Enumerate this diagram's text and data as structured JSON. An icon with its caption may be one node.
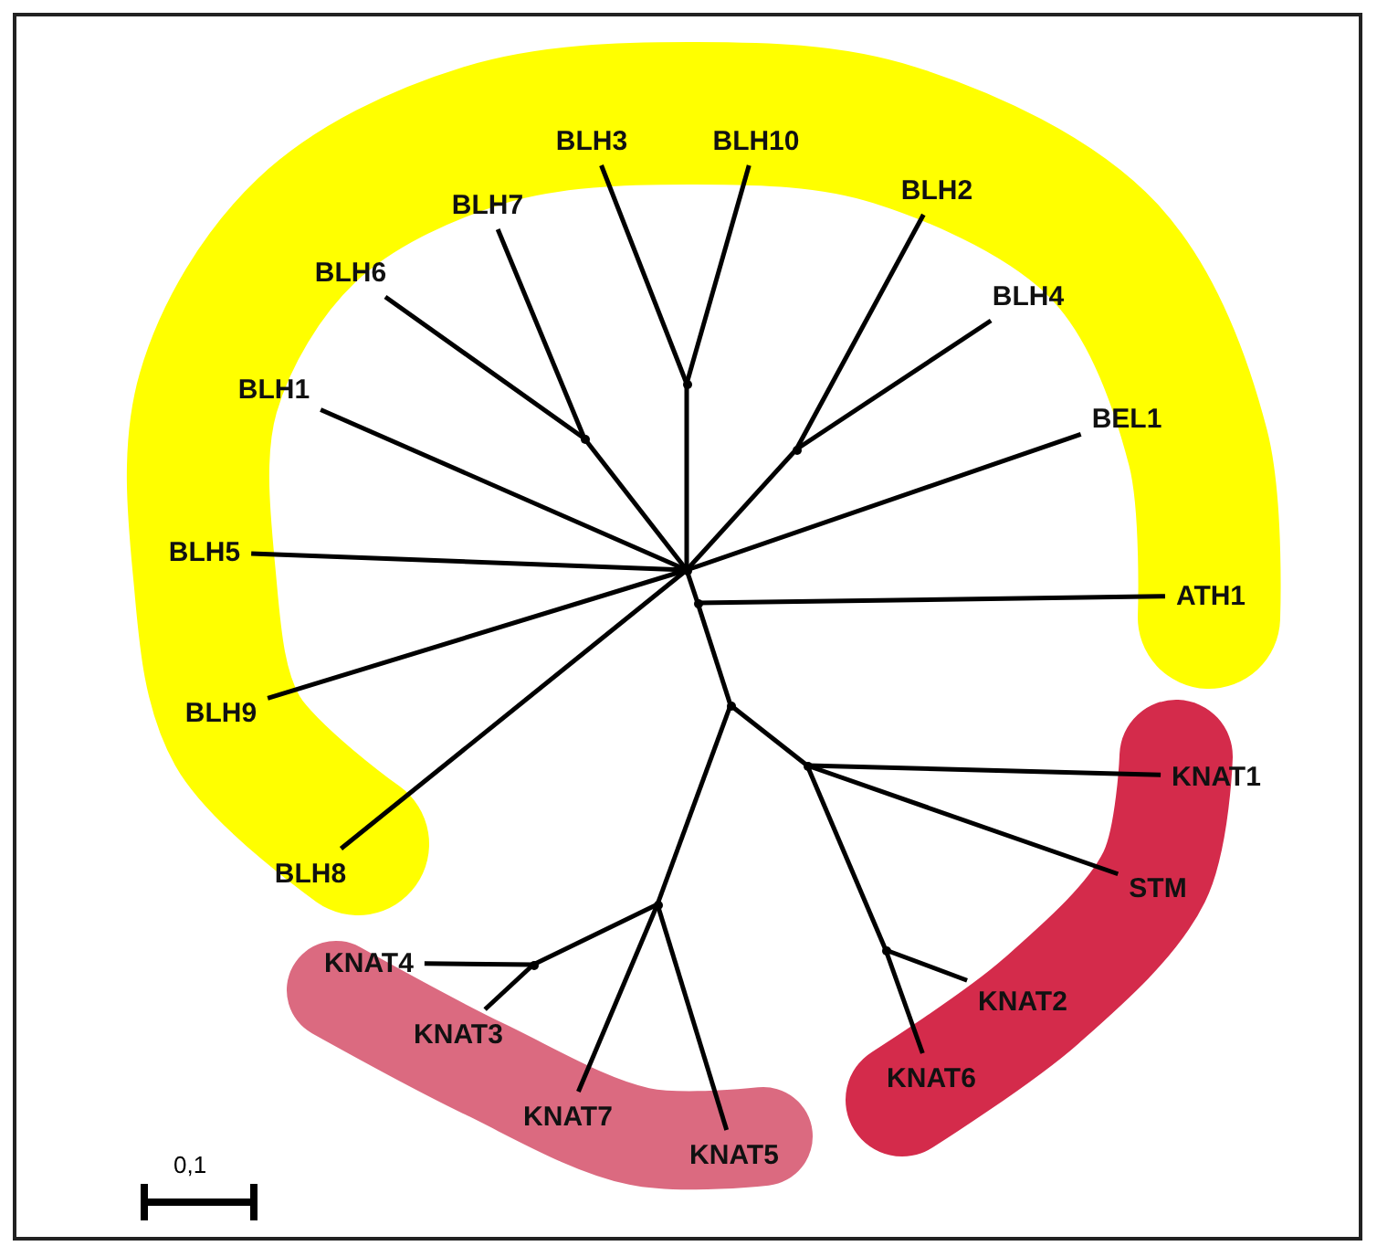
{
  "diagram": {
    "nodes": [
      {
        "text": [
          "BLH3"
        ]
      },
      {
        "text": [
          "BLH10"
        ]
      },
      {
        "text": [
          "BLH7"
        ]
      },
      {
        "text": [
          "BLH2"
        ]
      },
      {
        "text": [
          "BLH6"
        ]
      },
      {
        "text": [
          "BLH4"
        ]
      },
      {
        "text": [
          "BLH1"
        ]
      },
      {
        "text": [
          "BEL1"
        ]
      },
      {
        "text": [
          "BLH5"
        ]
      },
      {
        "text": [
          "ATH1"
        ]
      },
      {
        "text": [
          "BLH9"
        ]
      },
      {
        "text": [
          "BLH8"
        ]
      },
      {
        "text": [
          "KNAT1"
        ]
      },
      {
        "text": [
          "STM"
        ]
      },
      {
        "text": [
          "KNAT2"
        ]
      },
      {
        "text": [
          "KNAT6"
        ]
      },
      {
        "text": [
          "KNAT4"
        ]
      },
      {
        "text": [
          "KNAT3"
        ]
      },
      {
        "text": [
          "KNAT7"
        ]
      },
      {
        "text": [
          "KNAT5"
        ]
      },
      {
        "text": [],
        "shape": "point"
      },
      {
        "text": [],
        "shape": "point"
      },
      {
        "text": [],
        "shape": "point"
      },
      {
        "text": [],
        "shape": "point"
      },
      {
        "text": [],
        "shape": "point"
      },
      {
        "text": [],
        "shape": "point"
      },
      {
        "text": [],
        "shape": "point"
      },
      {
        "text": [],
        "shape": "point"
      },
      {
        "text": [],
        "shape": "point"
      },
      {
        "text": [],
        "shape": "point"
      }
    ],
    "edges": [
      {
        "from": 0,
        "to": 20,
        "arrow": "none"
      },
      {
        "from": 1,
        "to": 20,
        "arrow": "none"
      },
      {
        "from": 20,
        "to": 23,
        "arrow": "none"
      },
      {
        "from": 2,
        "to": 21,
        "arrow": "none"
      },
      {
        "from": 4,
        "to": 21,
        "arrow": "none"
      },
      {
        "from": 21,
        "to": 23,
        "arrow": "none"
      },
      {
        "from": 3,
        "to": 22,
        "arrow": "none"
      },
      {
        "from": 5,
        "to": 22,
        "arrow": "none"
      },
      {
        "from": 22,
        "to": 23,
        "arrow": "none"
      },
      {
        "from": 6,
        "to": 23,
        "arrow": "none"
      },
      {
        "from": 8,
        "to": 23,
        "arrow": "none"
      },
      {
        "from": 10,
        "to": 23,
        "arrow": "none"
      },
      {
        "from": 11,
        "to": 23,
        "arrow": "none"
      },
      {
        "from": 7,
        "to": 23,
        "arrow": "none"
      },
      {
        "from": 23,
        "to": 24,
        "arrow": "none"
      },
      {
        "from": 9,
        "to": 24,
        "arrow": "none"
      },
      {
        "from": 24,
        "to": 25,
        "arrow": "none"
      },
      {
        "from": 25,
        "to": 26,
        "arrow": "none"
      },
      {
        "from": 25,
        "to": 27,
        "arrow": "none"
      },
      {
        "from": 26,
        "to": 12,
        "arrow": "none"
      },
      {
        "from": 26,
        "to": 13,
        "arrow": "none"
      },
      {
        "from": 26,
        "to": 28,
        "arrow": "none"
      },
      {
        "from": 28,
        "to": 14,
        "arrow": "none"
      },
      {
        "from": 28,
        "to": 15,
        "arrow": "none"
      },
      {
        "from": 27,
        "to": 29,
        "arrow": "none"
      },
      {
        "from": 29,
        "to": 16,
        "arrow": "none"
      },
      {
        "from": 29,
        "to": 17,
        "arrow": "none"
      },
      {
        "from": 27,
        "to": 18,
        "arrow": "none"
      },
      {
        "from": 27,
        "to": 19,
        "arrow": "none"
      }
    ],
    "labels": [
      "0,1"
    ]
  }
}
